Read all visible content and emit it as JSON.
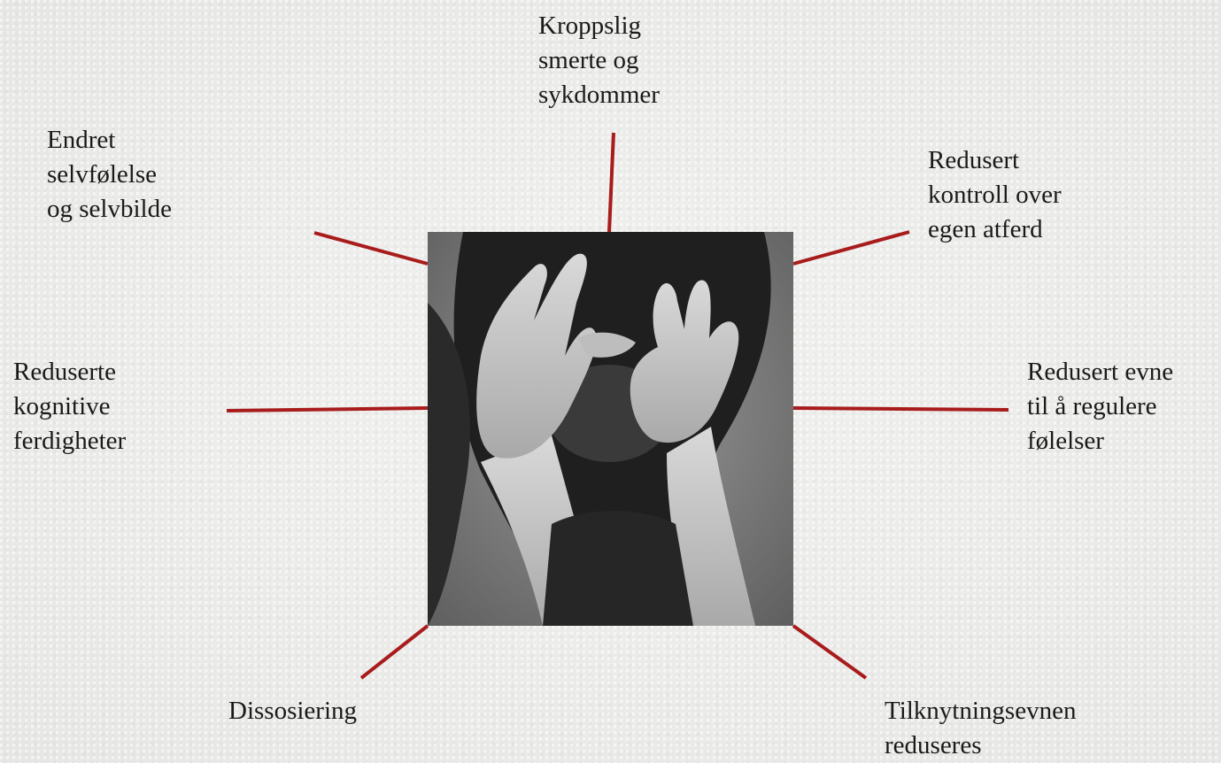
{
  "labels": {
    "top": [
      "Kroppslig",
      "smerte og",
      "sykdommer"
    ],
    "upper_left": [
      "Endret",
      "selvfølelse",
      "og selvbilde"
    ],
    "upper_right": [
      "Redusert",
      "kontroll over",
      "egen atferd"
    ],
    "middle_left": [
      "Reduserte",
      "kognitive",
      "ferdigheter"
    ],
    "middle_right": [
      "Redusert evne",
      "til å regulere",
      "følelser"
    ],
    "lower_left": [
      "Dissosiering"
    ],
    "lower_right": [
      "Tilknytningsevnen",
      "reduseres"
    ]
  },
  "colors": {
    "connector": "#a81c1c",
    "text": "#1a1a1a",
    "background": "#ececea"
  },
  "central_image": {
    "description_icon": "distressed-person-photo"
  }
}
